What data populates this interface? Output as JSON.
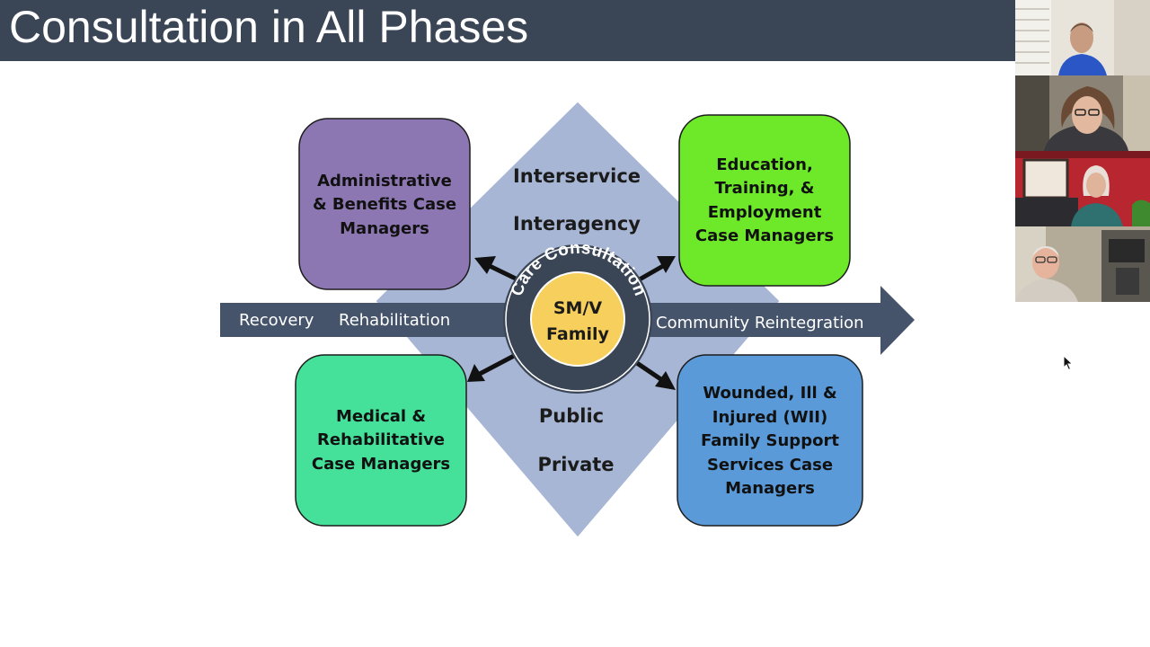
{
  "slide": {
    "title": "Consultation in All Phases",
    "diamond_labels": {
      "top_line1": "Interservice",
      "top_line2": "Interagency",
      "bottom_line1": "Public",
      "bottom_line2": "Private"
    },
    "arrow_labels": {
      "recovery": "Recovery",
      "rehabilitation": "Rehabilitation",
      "reintegration": "Community Reintegration"
    },
    "center": {
      "ring_text": "Care Consultation",
      "line1": "SM/V",
      "line2": "Family"
    },
    "boxes": {
      "top_left": [
        "Administrative",
        "& Benefits Case",
        "Managers"
      ],
      "top_right": [
        "Education,",
        "Training, &",
        "Employment",
        "Case Managers"
      ],
      "bottom_left": [
        "Medical &",
        "Rehabilitative",
        "Case Managers"
      ],
      "bottom_right": [
        "Wounded, Ill &",
        "Injured (WII)",
        "Family Support",
        "Services Case",
        "Managers"
      ]
    },
    "colors": {
      "title_bar": "#3a4556",
      "diamond": "#a7b6d4",
      "arrow": "#46546b",
      "top_left_box": "#8d77b2",
      "top_right_box": "#6ee92a",
      "bottom_left_box": "#45e09a",
      "bottom_right_box": "#5b9ad8",
      "center_ring": "#3a4556",
      "center_fill": "#f7cf5c"
    }
  },
  "participants": {
    "count": 4
  }
}
